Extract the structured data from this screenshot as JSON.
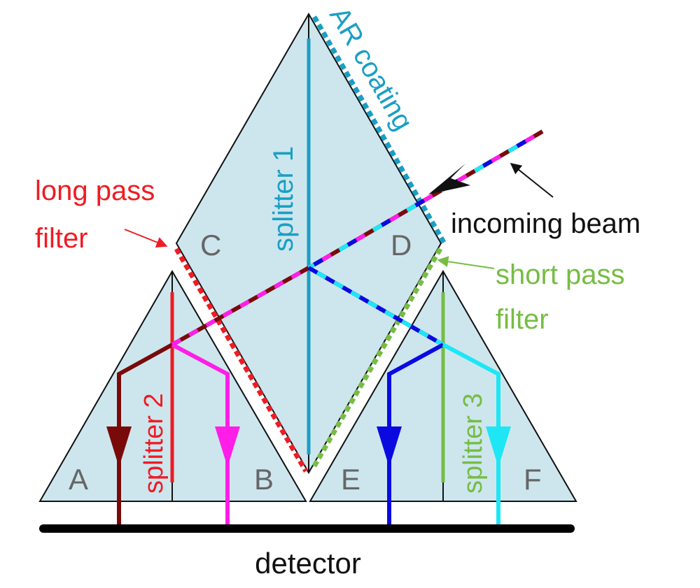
{
  "labels": {
    "ar_coating": "AR coating",
    "incoming_beam": "incoming beam",
    "long_pass_line1": "long pass",
    "long_pass_line2": "filter",
    "short_pass_line1": "short pass",
    "short_pass_line2": "filter",
    "splitter1": "splitter 1",
    "splitter2": "splitter 2",
    "splitter3": "splitter 3",
    "detector": "detector"
  },
  "prisms": {
    "A": "A",
    "B": "B",
    "C": "C",
    "D": "D",
    "E": "E",
    "F": "F"
  },
  "colors": {
    "prism_fill": "#cde6ee",
    "ar_coating": "#1a9fc4",
    "long_pass": "#ee1c24",
    "short_pass": "#76bd43",
    "splitter1": "#1a9fc4",
    "splitter2": "#ee1c24",
    "splitter3": "#76bd43",
    "beam_darkred": "#7a0a0a",
    "beam_magenta": "#ff1ee8",
    "beam_blue": "#0a0ae0",
    "beam_cyan": "#1ee6f5",
    "prism_label": "#666666",
    "detector": "#000000"
  }
}
